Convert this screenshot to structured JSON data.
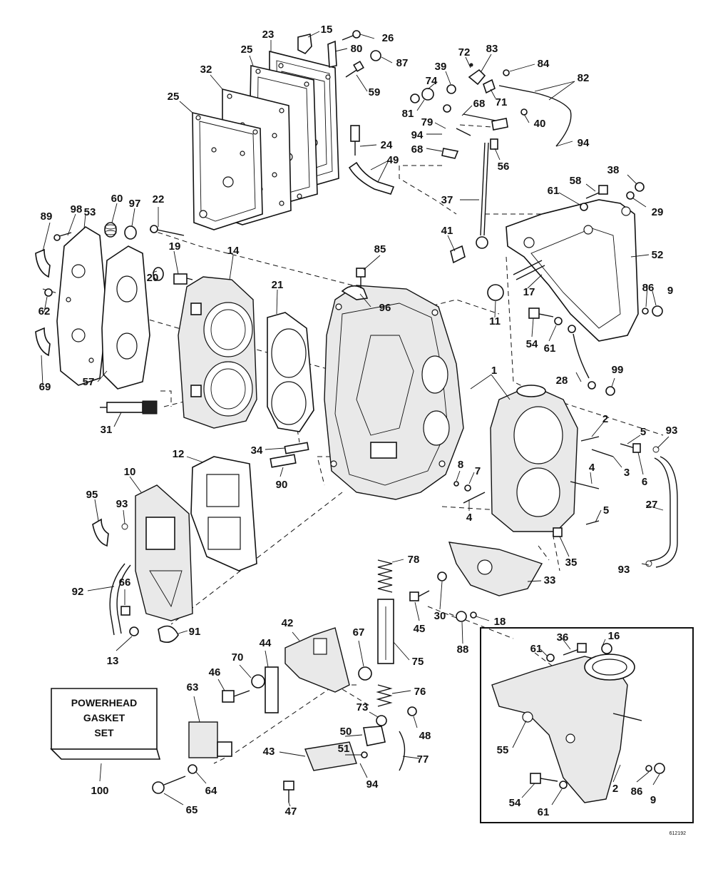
{
  "diagram": {
    "gasket_set_box": {
      "line1": "POWERHEAD",
      "line2": "GASKET",
      "line3": "SET",
      "ref": "100"
    },
    "catalog_number": "612192",
    "parts": [
      {
        "id": "p15",
        "label": "15"
      },
      {
        "id": "p26",
        "label": "26"
      },
      {
        "id": "p23",
        "label": "23"
      },
      {
        "id": "p80",
        "label": "80"
      },
      {
        "id": "p87",
        "label": "87"
      },
      {
        "id": "p25a",
        "label": "25"
      },
      {
        "id": "p32",
        "label": "32"
      },
      {
        "id": "p25b",
        "label": "25"
      },
      {
        "id": "p59",
        "label": "59"
      },
      {
        "id": "p72",
        "label": "72"
      },
      {
        "id": "p83",
        "label": "83"
      },
      {
        "id": "p84",
        "label": "84"
      },
      {
        "id": "p39",
        "label": "39"
      },
      {
        "id": "p74",
        "label": "74"
      },
      {
        "id": "p82",
        "label": "82"
      },
      {
        "id": "p71",
        "label": "71"
      },
      {
        "id": "p81",
        "label": "81"
      },
      {
        "id": "p68a",
        "label": "68"
      },
      {
        "id": "p79",
        "label": "79"
      },
      {
        "id": "p40",
        "label": "40"
      },
      {
        "id": "p94a",
        "label": "94"
      },
      {
        "id": "p94b",
        "label": "94"
      },
      {
        "id": "p24",
        "label": "24"
      },
      {
        "id": "p68b",
        "label": "68"
      },
      {
        "id": "p56",
        "label": "56"
      },
      {
        "id": "p49",
        "label": "49"
      },
      {
        "id": "p38",
        "label": "38"
      },
      {
        "id": "p58",
        "label": "58"
      },
      {
        "id": "p61a",
        "label": "61"
      },
      {
        "id": "p29",
        "label": "29"
      },
      {
        "id": "p37",
        "label": "37"
      },
      {
        "id": "p22",
        "label": "22"
      },
      {
        "id": "p60",
        "label": "60"
      },
      {
        "id": "p97",
        "label": "97"
      },
      {
        "id": "p89",
        "label": "89"
      },
      {
        "id": "p98",
        "label": "98"
      },
      {
        "id": "p53",
        "label": "53"
      },
      {
        "id": "p41",
        "label": "41"
      },
      {
        "id": "p52",
        "label": "52"
      },
      {
        "id": "p85",
        "label": "85"
      },
      {
        "id": "p19",
        "label": "19"
      },
      {
        "id": "p14",
        "label": "14"
      },
      {
        "id": "p20",
        "label": "20"
      },
      {
        "id": "p21",
        "label": "21"
      },
      {
        "id": "p17",
        "label": "17"
      },
      {
        "id": "p86a",
        "label": "86"
      },
      {
        "id": "p9a",
        "label": "9"
      },
      {
        "id": "p62",
        "label": "62"
      },
      {
        "id": "p96",
        "label": "96"
      },
      {
        "id": "p11",
        "label": "11"
      },
      {
        "id": "p54a",
        "label": "54"
      },
      {
        "id": "p61b",
        "label": "61"
      },
      {
        "id": "p69",
        "label": "69"
      },
      {
        "id": "p57",
        "label": "57"
      },
      {
        "id": "p1",
        "label": "1"
      },
      {
        "id": "p99",
        "label": "99"
      },
      {
        "id": "p28",
        "label": "28"
      },
      {
        "id": "p31",
        "label": "31"
      },
      {
        "id": "p2a",
        "label": "2"
      },
      {
        "id": "p5a",
        "label": "5"
      },
      {
        "id": "p93a",
        "label": "93"
      },
      {
        "id": "p34",
        "label": "34"
      },
      {
        "id": "p12",
        "label": "12"
      },
      {
        "id": "p8",
        "label": "8"
      },
      {
        "id": "p7",
        "label": "7"
      },
      {
        "id": "p3",
        "label": "3"
      },
      {
        "id": "p6",
        "label": "6"
      },
      {
        "id": "p90",
        "label": "90"
      },
      {
        "id": "p4a",
        "label": "4"
      },
      {
        "id": "p10",
        "label": "10"
      },
      {
        "id": "p27",
        "label": "27"
      },
      {
        "id": "p95",
        "label": "95"
      },
      {
        "id": "p93b",
        "label": "93"
      },
      {
        "id": "p4b",
        "label": "4"
      },
      {
        "id": "p5b",
        "label": "5"
      },
      {
        "id": "p35",
        "label": "35"
      },
      {
        "id": "p93c",
        "label": "93"
      },
      {
        "id": "p78",
        "label": "78"
      },
      {
        "id": "p33",
        "label": "33"
      },
      {
        "id": "p92",
        "label": "92"
      },
      {
        "id": "p66",
        "label": "66"
      },
      {
        "id": "p30",
        "label": "30"
      },
      {
        "id": "p18",
        "label": "18"
      },
      {
        "id": "p45",
        "label": "45"
      },
      {
        "id": "p91",
        "label": "91"
      },
      {
        "id": "p13",
        "label": "13"
      },
      {
        "id": "p42",
        "label": "42"
      },
      {
        "id": "p67",
        "label": "67"
      },
      {
        "id": "p88",
        "label": "88"
      },
      {
        "id": "p36",
        "label": "36"
      },
      {
        "id": "p16",
        "label": "16"
      },
      {
        "id": "p44",
        "label": "44"
      },
      {
        "id": "p61c",
        "label": "61"
      },
      {
        "id": "p70",
        "label": "70"
      },
      {
        "id": "p75",
        "label": "75"
      },
      {
        "id": "p46",
        "label": "46"
      },
      {
        "id": "p63",
        "label": "63"
      },
      {
        "id": "p76",
        "label": "76"
      },
      {
        "id": "p73",
        "label": "73"
      },
      {
        "id": "p48",
        "label": "48"
      },
      {
        "id": "p50",
        "label": "50"
      },
      {
        "id": "p55",
        "label": "55"
      },
      {
        "id": "p51",
        "label": "51"
      },
      {
        "id": "p43",
        "label": "43"
      },
      {
        "id": "p77",
        "label": "77"
      },
      {
        "id": "p64",
        "label": "64"
      },
      {
        "id": "p94c",
        "label": "94"
      },
      {
        "id": "p2b",
        "label": "2"
      },
      {
        "id": "p86b",
        "label": "86"
      },
      {
        "id": "p9b",
        "label": "9"
      },
      {
        "id": "p54b",
        "label": "54"
      },
      {
        "id": "p61d",
        "label": "61"
      },
      {
        "id": "p65",
        "label": "65"
      },
      {
        "id": "p47",
        "label": "47"
      }
    ]
  }
}
